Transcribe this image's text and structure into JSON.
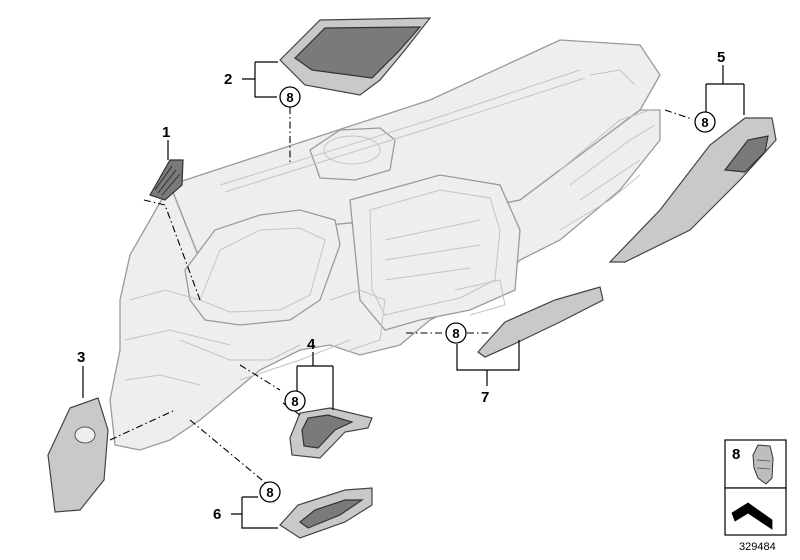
{
  "diagram": {
    "callouts": {
      "c1": "1",
      "c2": "2",
      "c3": "3",
      "c4": "4",
      "c5": "5",
      "c6": "6",
      "c7": "7"
    },
    "circled_ref": "8",
    "legend": {
      "part_number": "8"
    },
    "document_number": "329484"
  }
}
